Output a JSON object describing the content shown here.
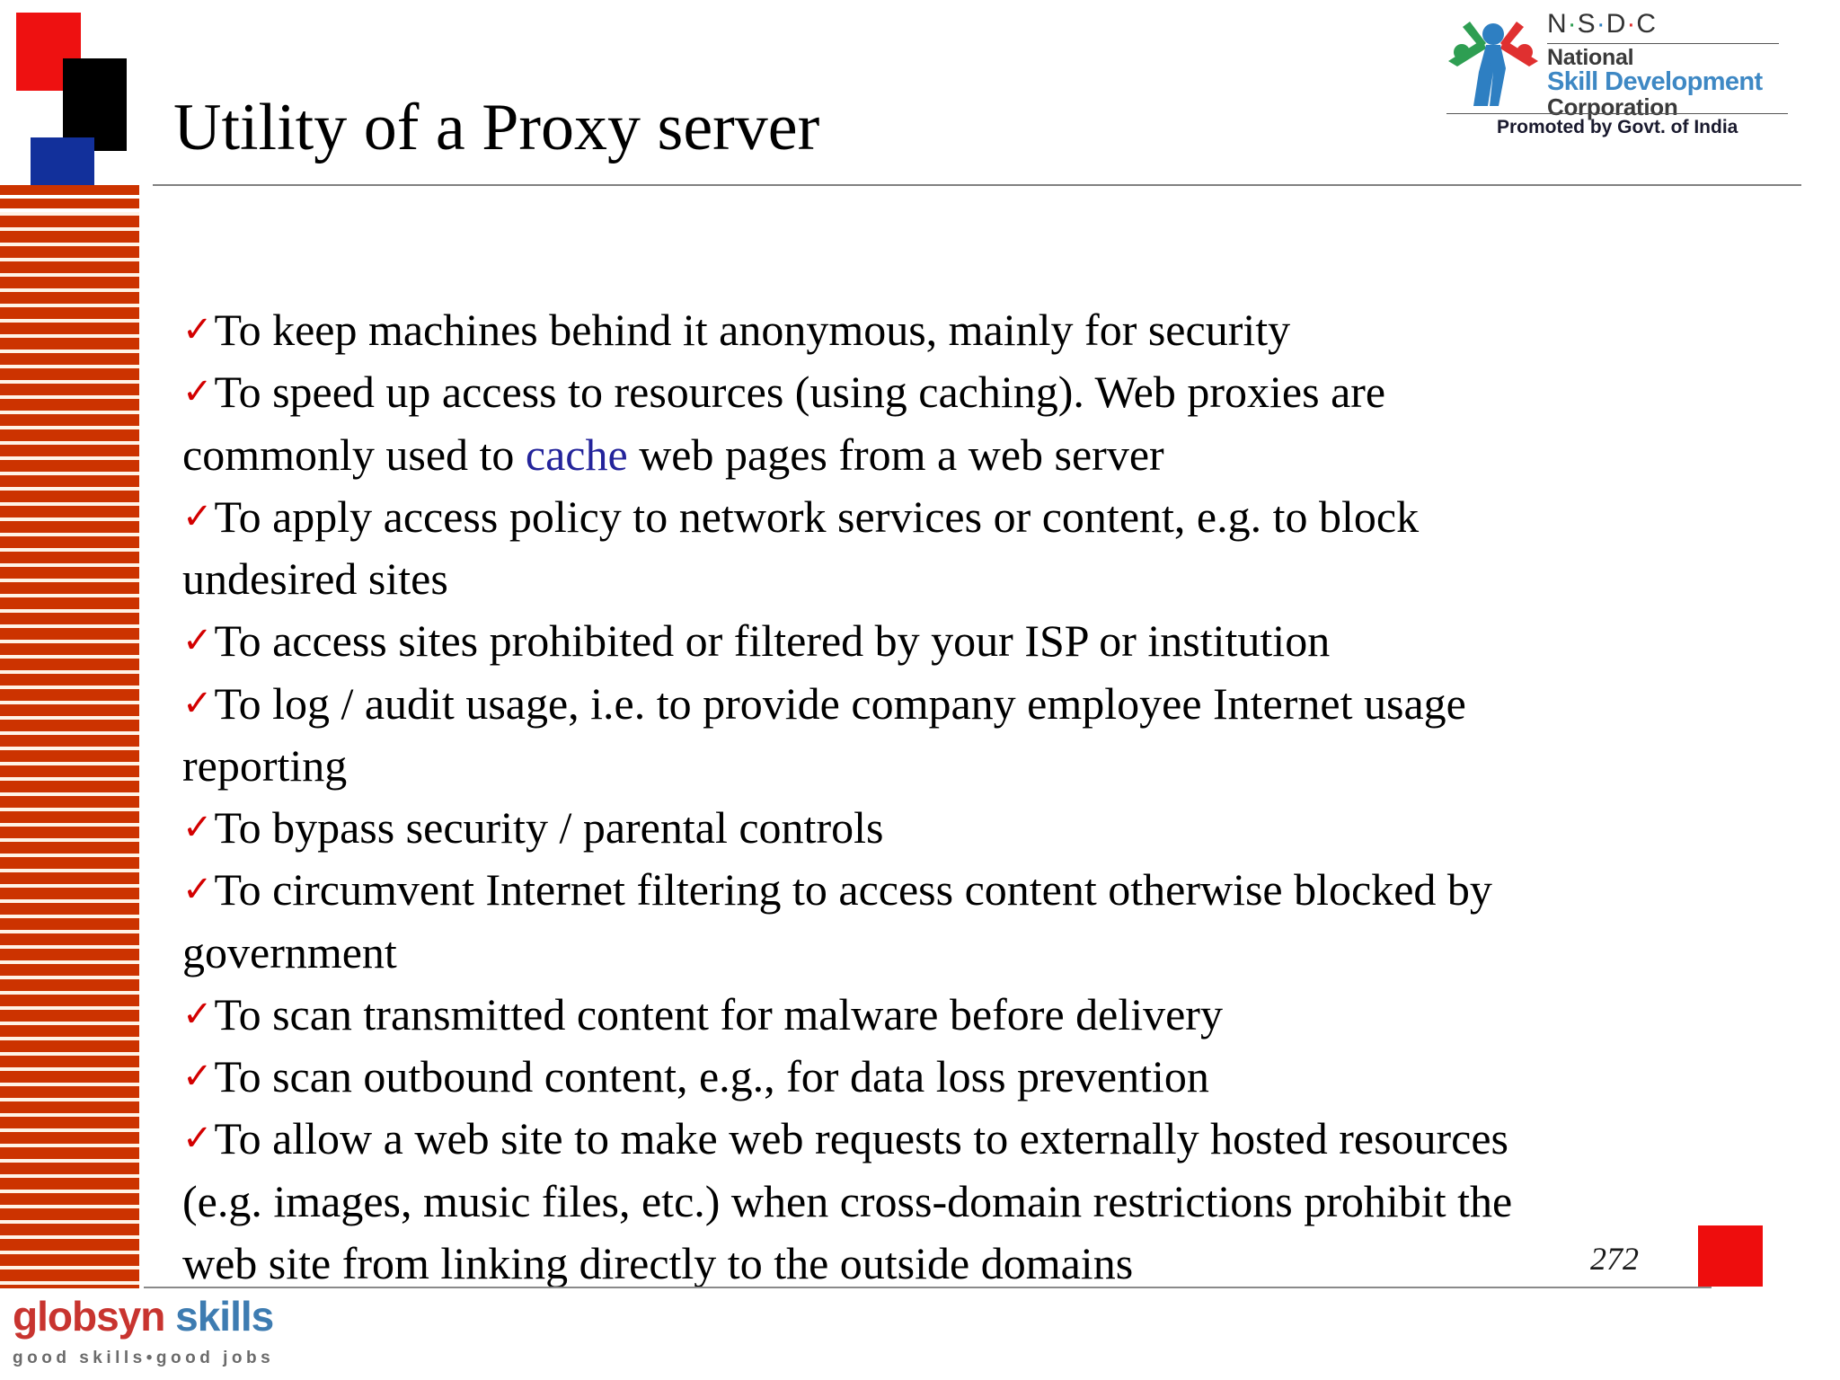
{
  "slide": {
    "title": "Utility of a Proxy server",
    "page_number": "272"
  },
  "nsdc_logo": {
    "acronym_letters": [
      "N",
      "S",
      "D",
      "C"
    ],
    "line1": "National",
    "line2": "Skill Development",
    "line3": "Corporation",
    "promoted_by": "Promoted by Govt. of India",
    "colors": {
      "green": "#2E9E52",
      "blue": "#3E88C4",
      "red": "#E03030",
      "dark": "#3A3A3A"
    }
  },
  "globsyn_logo": {
    "word_primary": "globsyn",
    "word_secondary": "skills",
    "tagline": "good skills•good jobs",
    "colors": {
      "primary": "#C8342F",
      "secondary": "#3E7CB1",
      "tagline": "#6B6B6B"
    }
  },
  "body": {
    "bullet_glyph": "✓",
    "bullet_color": "#D30000",
    "link_color": "#24249B",
    "items": [
      {
        "text": "To keep machines behind it anonymous, mainly for security",
        "has_bullet": true
      },
      {
        "text": "To speed up access to resources (using caching). Web proxies are",
        "has_bullet": true
      },
      {
        "text_before_link": "commonly used to ",
        "link_text": "cache",
        "text_after_link": " web pages from a web server",
        "has_bullet": false,
        "is_link_line": true
      },
      {
        "text": "To apply access policy to network services or content, e.g. to block",
        "has_bullet": true
      },
      {
        "text": "undesired sites",
        "has_bullet": false
      },
      {
        "text": "To access sites prohibited or filtered by your ISP or institution",
        "has_bullet": true
      },
      {
        "text": "To log / audit usage, i.e. to provide company employee Internet usage",
        "has_bullet": true
      },
      {
        "text": "reporting",
        "has_bullet": false
      },
      {
        "text": "To bypass security / parental controls",
        "has_bullet": true
      },
      {
        "text": "To circumvent Internet filtering to access content otherwise blocked by",
        "has_bullet": true
      },
      {
        "text": "government",
        "has_bullet": false
      },
      {
        "text": "To scan transmitted content for malware before delivery",
        "has_bullet": true
      },
      {
        "text": "To scan outbound content, e.g., for data loss prevention",
        "has_bullet": true
      },
      {
        "text": "To allow a web site to make web requests to externally hosted resources",
        "has_bullet": true
      },
      {
        "text": "(e.g. images, music files, etc.) when cross-domain restrictions prohibit the",
        "has_bullet": false
      },
      {
        "text": "web site from linking directly to the outside domains",
        "has_bullet": false
      }
    ]
  },
  "decor": {
    "square_red": "#EE1111",
    "square_black": "#000000",
    "square_blue": "#12309B",
    "stripe_color": "#CC3300",
    "corner_red": "#EE0D0D"
  }
}
